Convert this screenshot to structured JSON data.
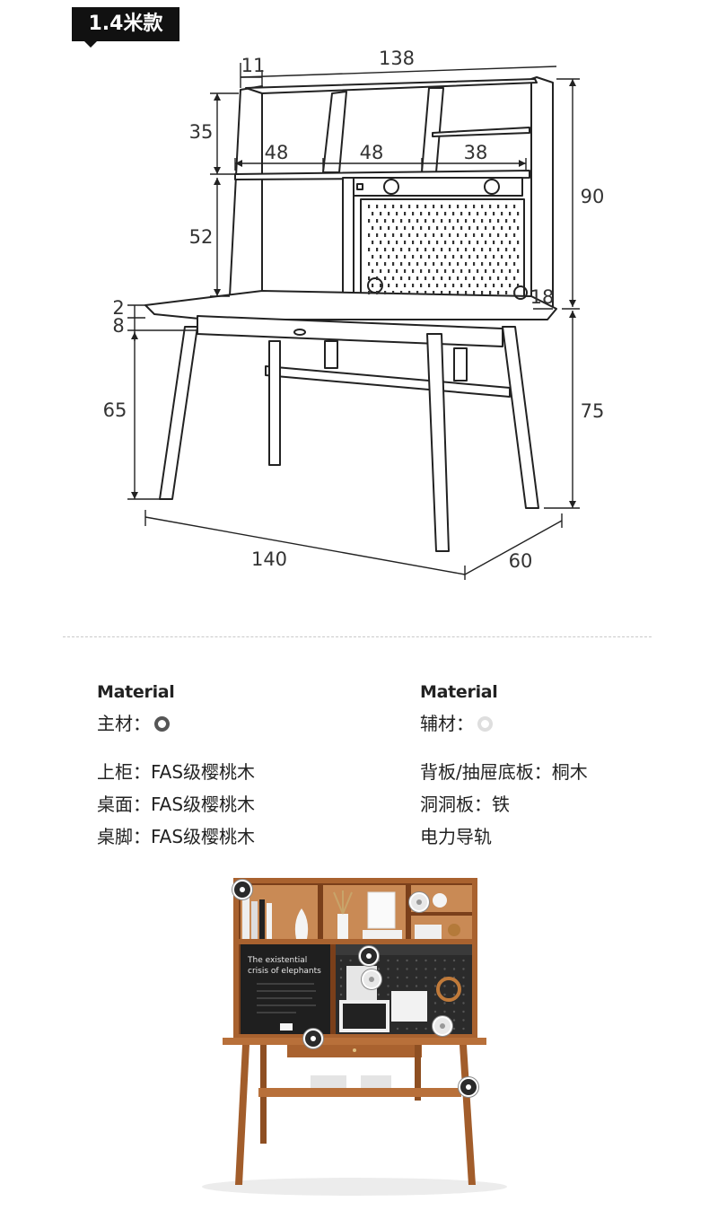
{
  "badge": {
    "label": "1.4米款"
  },
  "dimensions": {
    "top_width": "138",
    "top_offset": "11",
    "upper_height": "35",
    "lower_cabinet_height": "52",
    "desk_thickness": "2",
    "apron_height": "8",
    "leg_height": "65",
    "cabinet_total_height": "90",
    "desk_height": "75",
    "compartment_left": "48",
    "compartment_mid": "48",
    "compartment_right": "38",
    "side_depth": "18",
    "desk_width": "140",
    "desk_depth": "60"
  },
  "material_main": {
    "heading": "Material",
    "label": "主材：",
    "items": [
      "上柜：FAS级樱桃木",
      "桌面：FAS级樱桃木",
      "桌脚：FAS级樱桃木"
    ]
  },
  "material_aux": {
    "heading": "Material",
    "label": "辅材：",
    "items": [
      "背板/抽屉底板：桐木",
      "洞洞板：铁",
      "电力导轨"
    ]
  },
  "photo": {
    "chalkboard_line1": "The existential",
    "chalkboard_line2": "crisis of elephants"
  },
  "colors": {
    "wood": "#b8703a",
    "wood_dark": "#8a4d22",
    "pegboard": "#2b2b2b",
    "badge": "#111111"
  }
}
